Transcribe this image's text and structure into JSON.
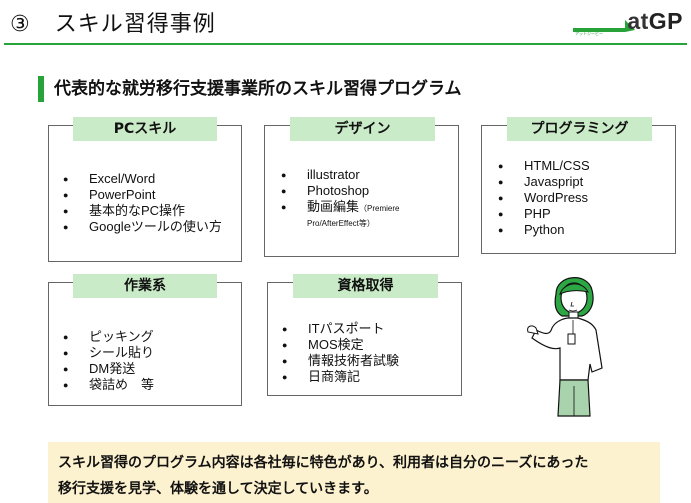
{
  "header": {
    "number": "③",
    "title": "スキル習得事例"
  },
  "logo": {
    "brand": "at",
    "brand_bold": "GP",
    "tagline": "アットジーピー",
    "accent_color": "#27a33a"
  },
  "subtitle": "代表的な就労移行支援事業所のスキル習得プログラム",
  "cards": {
    "pc": {
      "label": "PCスキル",
      "items": [
        "Excel/Word",
        "PowerPoint",
        "基本的なPC操作",
        "Googleツールの使い方"
      ]
    },
    "design": {
      "label": "デザイン",
      "items": [
        "illustrator",
        "Photoshop",
        "動画編集"
      ],
      "note_start": "（Premiere",
      "note_end": "Pro/AfterEffect等）"
    },
    "programming": {
      "label": "プログラミング",
      "items": [
        "HTML/CSS",
        "Javaspript",
        "WordPress",
        "PHP",
        "Python"
      ]
    },
    "work": {
      "label": "作業系",
      "items": [
        "ピッキング",
        "シール貼り",
        "DM発送",
        "袋詰め　等"
      ]
    },
    "license": {
      "label": "資格取得",
      "items": [
        "ITパスポート",
        "MOS検定",
        "情報技術者試験",
        "日商簿記"
      ]
    }
  },
  "footer": {
    "line1": "スキル習得のプログラム内容は各社毎に特色があり、利用者は自分のニーズにあった",
    "line2": "移行支援を見学、体験を通して決定していきます。"
  },
  "colors": {
    "accent": "#27a33a",
    "label_bg": "#c9ebc7",
    "footer_bg": "#fdf2cf"
  }
}
